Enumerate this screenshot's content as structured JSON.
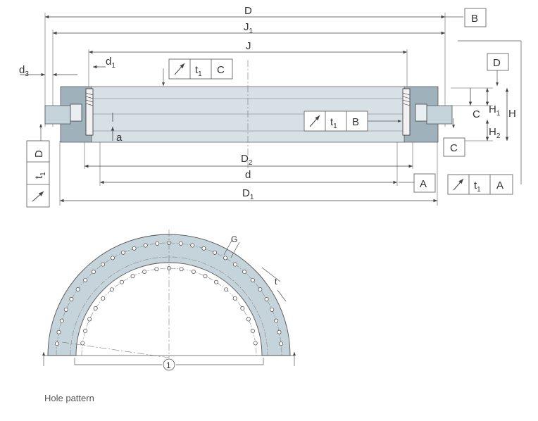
{
  "labels": {
    "D": "D",
    "J1": "J",
    "J1_sub": "1",
    "J": "J",
    "d3": "d",
    "d3_sub": "3",
    "d1": "d",
    "d1_sub": "1",
    "a": "a",
    "D2": "D",
    "D2_sub": "2",
    "d": "d",
    "D1": "D",
    "D1_sub": "1",
    "H1": "H",
    "H1_sub": "1",
    "H": "H",
    "H2": "H",
    "H2_sub": "2",
    "C": "C",
    "G": "G",
    "t": "t",
    "circle_num": "1"
  },
  "datums": {
    "A": "A",
    "B": "B",
    "C": "C",
    "D": "D"
  },
  "tolerance_frames": [
    {
      "tol": "t",
      "tol_sub": "1",
      "datum": "C"
    },
    {
      "tol": "t",
      "tol_sub": "1",
      "datum": "B"
    },
    {
      "tol": "t",
      "tol_sub": "1",
      "datum": "A"
    },
    {
      "tol": "t",
      "tol_sub": "1",
      "datum": "D"
    }
  ],
  "caption": "Hole pattern",
  "colors": {
    "ring": "#c5d3da",
    "ring_dark": "#9fb1ba",
    "line": "#444444",
    "gray_line": "#888888"
  }
}
